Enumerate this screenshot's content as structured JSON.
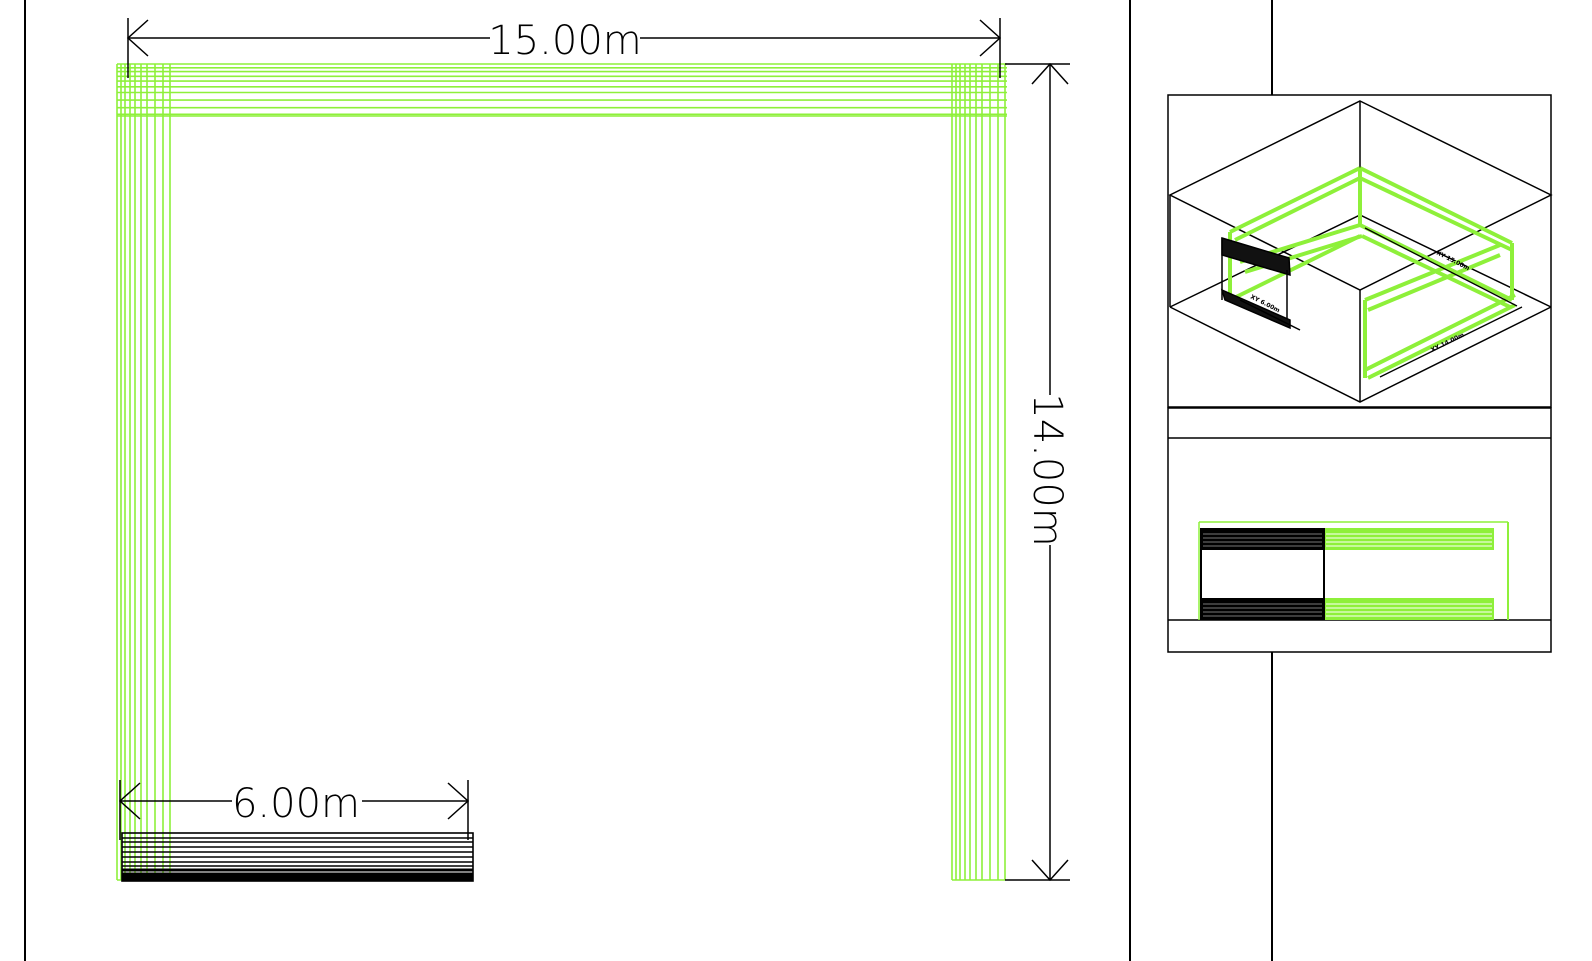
{
  "plan": {
    "dim_width": "15.00m",
    "dim_depth": "14.00m",
    "dim_short": "6.00m"
  },
  "iso": {
    "dim_width": "XY 15.00m",
    "dim_depth": "XY 14.00m",
    "dim_short": "XY 6.00m"
  },
  "colors": {
    "structure": "#8ef03a",
    "short_beam": "#000000",
    "lines": "#000000"
  }
}
